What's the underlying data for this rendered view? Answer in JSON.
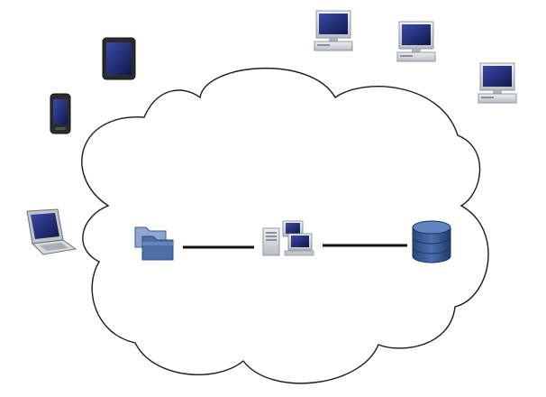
{
  "diagram": {
    "title": "",
    "background": "#ffffff",
    "cloud": {
      "name": "cloud",
      "stroke_color": "#1a1a1a",
      "fill_color": "#ffffff"
    },
    "nodes_inside_cloud": [
      {
        "id": "folders",
        "icon": "folder-icon"
      },
      {
        "id": "server",
        "icon": "server-workstation-icon"
      },
      {
        "id": "database",
        "icon": "database-icon"
      }
    ],
    "connections": [
      {
        "from": "folders",
        "to": "server"
      },
      {
        "from": "server",
        "to": "database"
      }
    ],
    "devices_outside_cloud": [
      {
        "id": "tablet",
        "icon": "tablet-icon"
      },
      {
        "id": "smartphone",
        "icon": "smartphone-icon"
      },
      {
        "id": "laptop",
        "icon": "laptop-icon"
      },
      {
        "id": "desktop-1",
        "icon": "desktop-computer-icon"
      },
      {
        "id": "desktop-2",
        "icon": "desktop-computer-icon"
      },
      {
        "id": "desktop-3",
        "icon": "desktop-computer-icon"
      }
    ],
    "colors": {
      "screen": "#1e2a6e",
      "folder": "#4e6fa6",
      "folder_light": "#8ea7cf",
      "database": "#2f4f86",
      "database_top": "#5f84c0",
      "device_body": "#2b2b2b",
      "monitor_frame": "#cfd3d8",
      "connection_line": "#111111"
    }
  }
}
